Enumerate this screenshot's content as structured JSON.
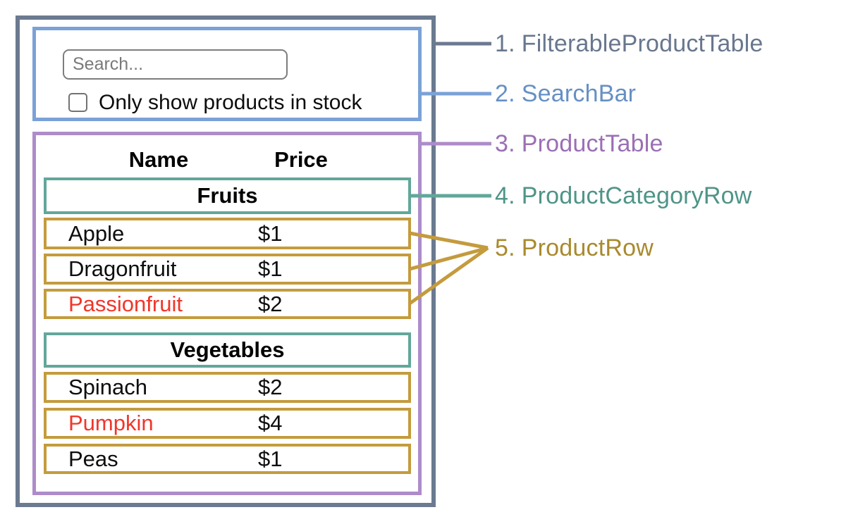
{
  "diagram": {
    "search_bar": {
      "input_placeholder": "Search...",
      "input_value": "",
      "checkbox_checked": false,
      "checkbox_label": "Only show products in stock"
    },
    "product_table": {
      "name_header": "Name",
      "price_header": "Price",
      "sections": [
        {
          "category": "Fruits",
          "rows": [
            {
              "name": "Apple",
              "price": "$1",
              "name_red": false
            },
            {
              "name": "Dragonfruit",
              "price": "$1",
              "name_red": false
            },
            {
              "name": "Passionfruit",
              "price": "$2",
              "name_red": true
            }
          ]
        },
        {
          "category": "Vegetables",
          "rows": [
            {
              "name": "Spinach",
              "price": "$2",
              "name_red": false
            },
            {
              "name": "Pumpkin",
              "price": "$4",
              "name_red": true
            },
            {
              "name": "Peas",
              "price": "$1",
              "name_red": false
            }
          ]
        }
      ]
    },
    "legend": [
      {
        "number": "1.",
        "label": "FilterableProductTable",
        "color": "#68778e"
      },
      {
        "number": "2.",
        "label": "SearchBar",
        "color": "#6690c4"
      },
      {
        "number": "3.",
        "label": "ProductTable",
        "color": "#9b6fb5"
      },
      {
        "number": "4.",
        "label": "ProductCategoryRow",
        "color": "#4f9488"
      },
      {
        "number": "5.",
        "label": "ProductRow",
        "color": "#a98a2d"
      }
    ],
    "colors": {
      "outer_border": "#6b7a90",
      "search_bar_border": "#7ba2d7",
      "product_table_border": "#ad8cca",
      "category_border": "#62a79a",
      "product_row_border": "#c49b3d",
      "out_of_stock_text": "#f1362a"
    }
  }
}
